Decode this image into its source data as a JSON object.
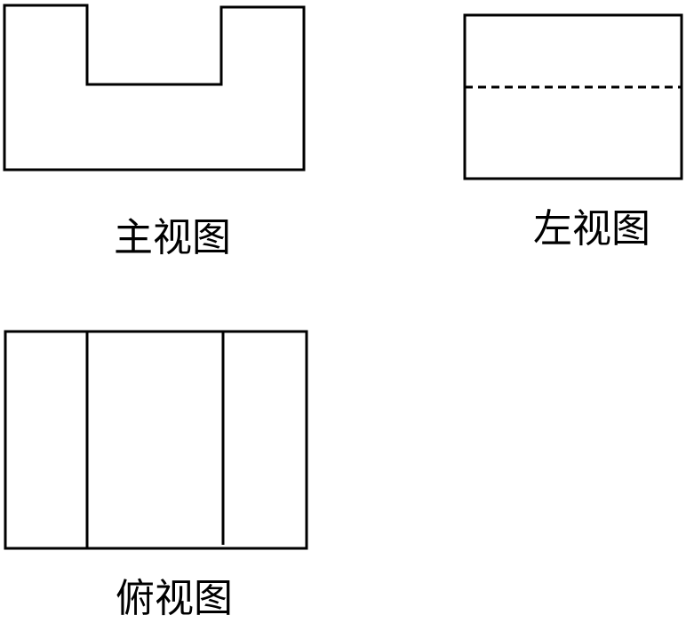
{
  "views": {
    "front": {
      "label": "主视图"
    },
    "left": {
      "label": "左视图"
    },
    "top": {
      "label": "俯视图"
    }
  },
  "colors": {
    "line": "#000000",
    "background": "#ffffff"
  }
}
